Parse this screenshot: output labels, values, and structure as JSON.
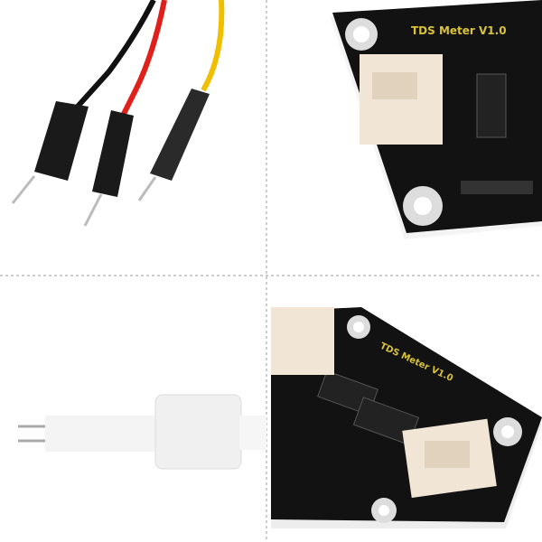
{
  "panels": [
    {
      "subject": "jumper-wires",
      "wire_colors": [
        "#111111",
        "#e0201a",
        "#f0c000"
      ]
    },
    {
      "subject": "tds-board",
      "board_label": "TDS Meter  V1.0"
    },
    {
      "subject": "tds-probe"
    },
    {
      "subject": "tds-board-angled",
      "board_label": "TDS Meter  V1.0"
    }
  ],
  "colors": {
    "pcb": "#111111",
    "connector": "#f1e6d6",
    "divider": "#999999"
  }
}
